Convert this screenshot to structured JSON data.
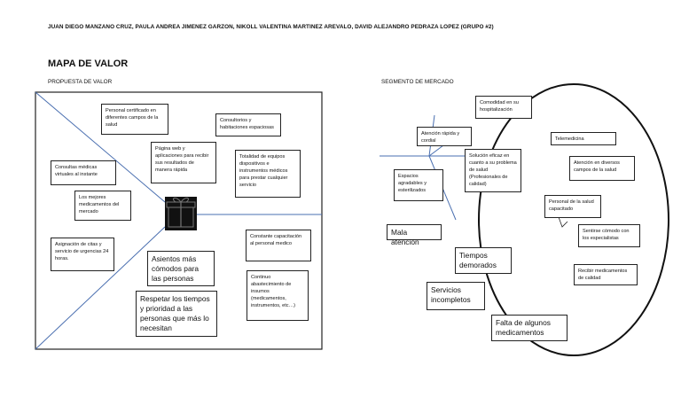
{
  "header": {
    "authors": "JUAN DIEGO MANZANO CRUZ, PAULA ANDREA JIMENEZ GARZON, NIKOLL VALENTINA MARTINEZ AREVALO, DAVID ALEJANDRO PEDRAZA LOPEZ (GRUPO #2)",
    "title": "MAPA DE VALOR",
    "left_subtitle": "PROPUESTA DE VALOR",
    "right_subtitle": "SEGMENTO DE MERCADO"
  },
  "propuesta": {
    "personal_certificado": "Personal certificado en diferentes campos de la salud",
    "consultorios": "Consultorios y habitaciones espaciosas",
    "pagina_web": "Página web y aplicaciones para recibir sus resultados de manera rápida",
    "totalidad_equipos": "Totalidad de equipos dispositivos e instrumentos médicos para prestar cualquier servicio",
    "consultas_virtuales": "Consultas médicas virtuales al instante",
    "mejores_medicamentos": "Los mejores medicamentos del mercado",
    "asignacion_citas": "Asignación de citas y servicio de urgencias 24 horas.",
    "asientos": "Asientos más cómodos para las personas",
    "constante_capacitacion": "Constante capacitación al personal medico",
    "respetar_tiempos": "Respetar los tiempos y prioridad a las personas que más lo necesitan",
    "abastecimiento": "Continuo abastecimiento de insumos (medicamentos, instrumentos, etc…)"
  },
  "segmento": {
    "comodidad": "Comodidad en su hospitalización",
    "atencion_rapida": "Atención rápida y cordial",
    "solucion_eficaz": "Solución eficaz en cuanto a su problema de salud (Profesionales de calidad)",
    "telemedicina": "Telemedicina",
    "espacios": "Espacios agradables y esterilizados",
    "atencion_diversos": "Atención en diversos campos de la salud",
    "personal_capacitado": "Personal de la salud capacitado",
    "sentirse_comodo": "Sentirse cómodo con los especialistas",
    "mala_atencion": "Mala atención",
    "tiempos_demorados": "Tiempos demorados",
    "recibir_medicamentos": "Recibir medicamentos de calidad",
    "servicios_incompletos": "Servicios incompletos",
    "falta_medicamentos": "Falta de algunos medicamentos"
  },
  "colors": {
    "line_blue": "#4a6fb0",
    "border": "#222222"
  },
  "icons": {
    "center": "gift-icon"
  }
}
